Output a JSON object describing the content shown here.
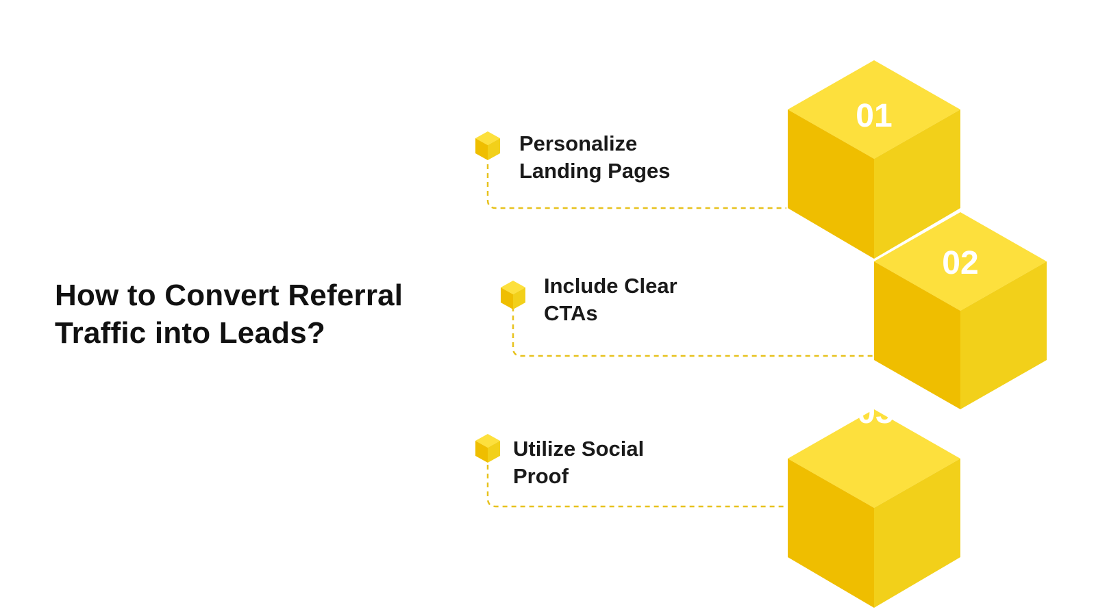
{
  "title": {
    "line1": "How to Convert Referral",
    "line2": "Traffic into Leads?"
  },
  "colors": {
    "cube_top": "#FDE03D",
    "cube_left": "#EFBE00",
    "cube_right": "#F2D01A",
    "connector": "#E7C21E",
    "number_text": "#FFFFFF",
    "text": "#111111"
  },
  "steps": [
    {
      "number": "01",
      "label_line1": "Personalize",
      "label_line2": "Landing Pages"
    },
    {
      "number": "02",
      "label_line1": "Include Clear",
      "label_line2": "CTAs"
    },
    {
      "number": "03",
      "label_line1": "Utilize Social",
      "label_line2": "Proof"
    }
  ]
}
